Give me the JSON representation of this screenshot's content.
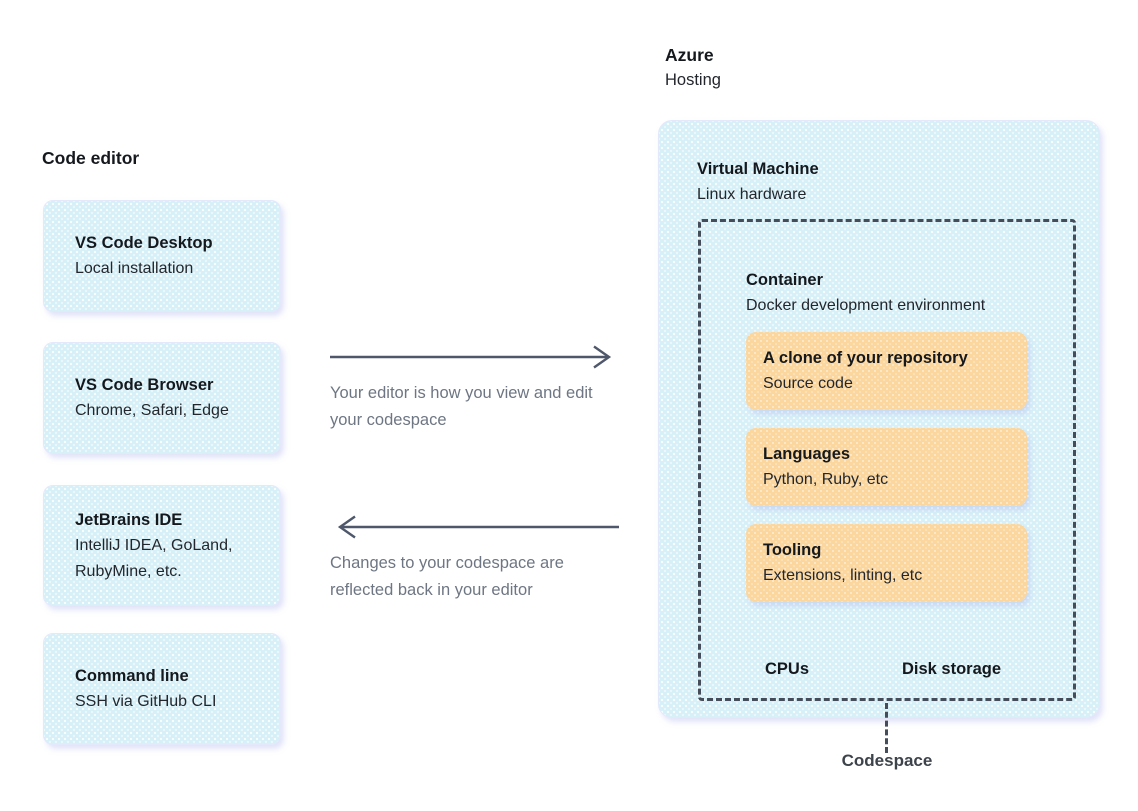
{
  "colors": {
    "page-bg": "#ffffff",
    "card-blue": "#d7f0f8",
    "card-orange": "#fbd69d",
    "text-primary": "#15191e",
    "text-muted": "#6e7683",
    "arrow": "#4e586a",
    "dash-border": "#454d5b",
    "shadow": "#a9b0ec59",
    "edge": "#e3e9fb"
  },
  "left_panel": {
    "heading": "Code editor",
    "boxes": [
      {
        "title": "VS Code Desktop",
        "subtitle": "Local installation"
      },
      {
        "title": "VS Code Browser",
        "subtitle": "Chrome, Safari, Edge"
      },
      {
        "title": "JetBrains IDE",
        "subtitle": "IntelliJ IDEA, GoLand, RubyMine, etc."
      },
      {
        "title": "Command line",
        "subtitle": "SSH via GitHub CLI"
      }
    ]
  },
  "flows": {
    "to_codespace": {
      "direction": "right",
      "label": "Your editor is how you view and edit your codespace"
    },
    "to_editor": {
      "direction": "left",
      "label": "Changes to your codespace are reflected back in your editor"
    }
  },
  "right_panel": {
    "provider": {
      "title": "Azure",
      "subtitle": "Hosting"
    },
    "vm": {
      "title": "Virtual Machine",
      "subtitle": "Linux hardware"
    },
    "container": {
      "title": "Container",
      "subtitle": "Docker development environment",
      "boxes": [
        {
          "title": "A clone of your repository",
          "subtitle": "Source code"
        },
        {
          "title": "Languages",
          "subtitle": "Python, Ruby, etc"
        },
        {
          "title": "Tooling",
          "subtitle": "Extensions, linting, etc"
        }
      ],
      "resources": [
        "CPUs",
        "Disk storage"
      ]
    },
    "codespace_label": "Codespace"
  }
}
